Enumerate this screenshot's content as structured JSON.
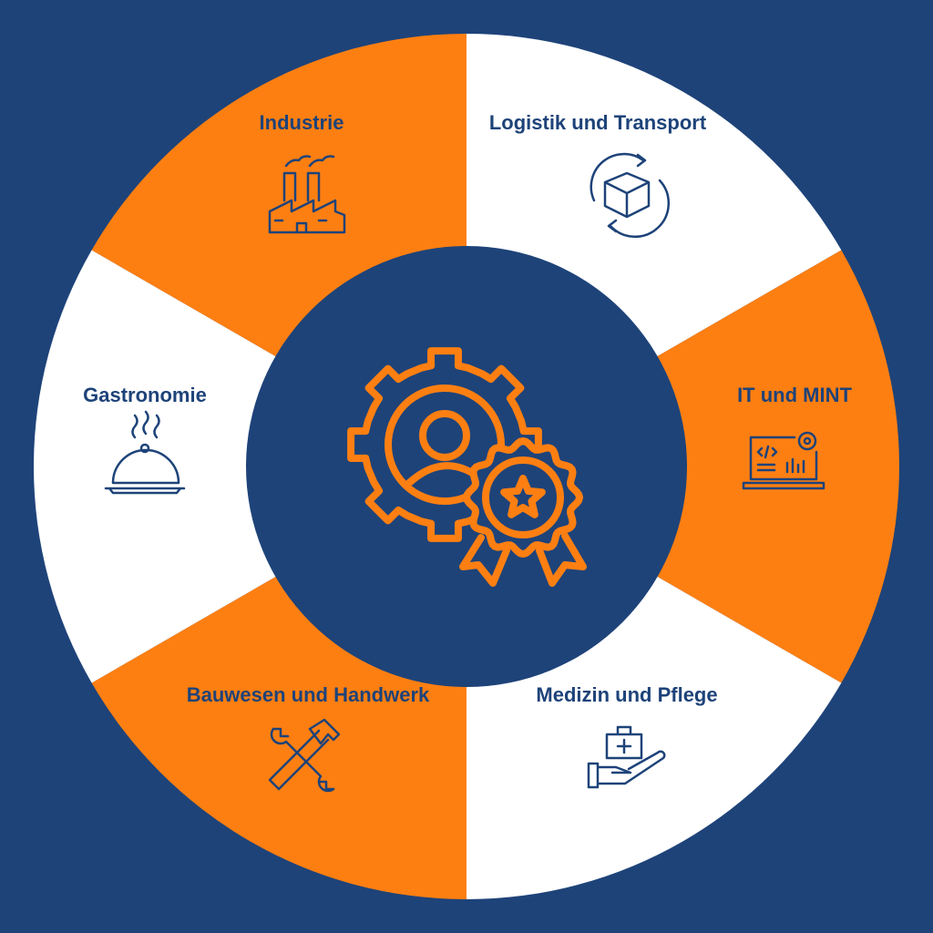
{
  "colors": {
    "navy": "#1e4379",
    "orange": "#fd7f12",
    "white": "#ffffff"
  },
  "center": {
    "icon": "gear-person-award-icon"
  },
  "segments": [
    {
      "label": "Logistik und Transport",
      "icon": "package-cycle-icon",
      "fill": "white"
    },
    {
      "label": "IT und MINT",
      "icon": "laptop-code-gear-icon",
      "fill": "orange"
    },
    {
      "label": "Medizin und Pflege",
      "icon": "hand-medical-kit-icon",
      "fill": "white"
    },
    {
      "label": "Bauwesen und Handwerk",
      "icon": "hammer-wrench-icon",
      "fill": "orange"
    },
    {
      "label": "Gastronomie",
      "icon": "food-cloche-icon",
      "fill": "white"
    },
    {
      "label": "Industrie",
      "icon": "factory-icon",
      "fill": "orange"
    }
  ]
}
